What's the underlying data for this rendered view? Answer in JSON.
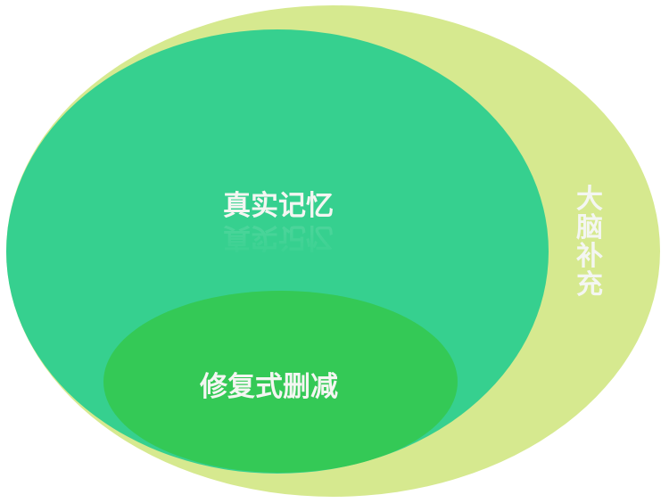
{
  "diagram": {
    "type": "nested-ellipses",
    "outer": {
      "label": "大脑补充",
      "color": "#d6e98f"
    },
    "middle": {
      "label": "真实记忆",
      "color": "#36d08f"
    },
    "inner": {
      "label": "修复式删减",
      "color": "#34c956"
    },
    "text_color": "#f4f6f2"
  }
}
